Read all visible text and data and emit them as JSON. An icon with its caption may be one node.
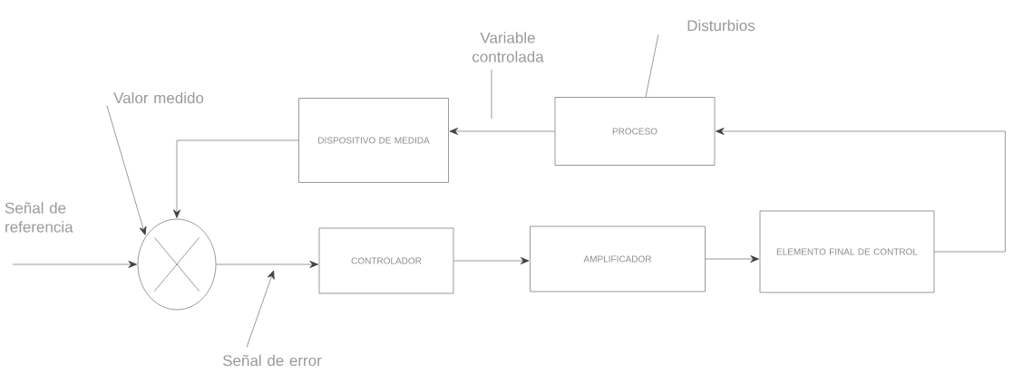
{
  "diagram": {
    "nodes": [
      {
        "text": [],
        "shape": "circle"
      },
      {
        "text": [
          "CONTROLADOR"
        ]
      },
      {
        "text": [
          "AMPLIFICADOR"
        ]
      },
      {
        "text": [
          "ELEMENTO FINAL DE CONTROL"
        ]
      },
      {
        "text": [
          "PROCESO"
        ]
      },
      {
        "text": [
          "DISPOSITIVO DE MEDIDA"
        ]
      },
      {
        "text": [
          "Valor medido"
        ]
      },
      {
        "text": [
          "Señal de error"
        ]
      },
      {
        "text": [
          "Variable controlada"
        ]
      },
      {
        "text": [
          "Disturbios"
        ]
      }
    ],
    "edges": [
      {
        "from": null,
        "to": 0,
        "arrow": "to"
      },
      {
        "from": 0,
        "to": 1,
        "arrow": "to"
      },
      {
        "from": 1,
        "to": 2,
        "arrow": "to"
      },
      {
        "from": 2,
        "to": 3,
        "arrow": "to"
      },
      {
        "from": 3,
        "to": 4,
        "arrow": "to"
      },
      {
        "from": 4,
        "to": 5,
        "arrow": "to"
      },
      {
        "from": 5,
        "to": 0,
        "arrow": "to"
      },
      {
        "from": 6,
        "to": 0,
        "arrow": "to"
      },
      {
        "from": 7,
        "to": null,
        "arrow": "to"
      },
      {
        "from": 8,
        "to": null,
        "arrow": "none"
      },
      {
        "from": 9,
        "to": 4,
        "arrow": "none"
      }
    ],
    "labels": [
      "Señal de referencia"
    ]
  }
}
